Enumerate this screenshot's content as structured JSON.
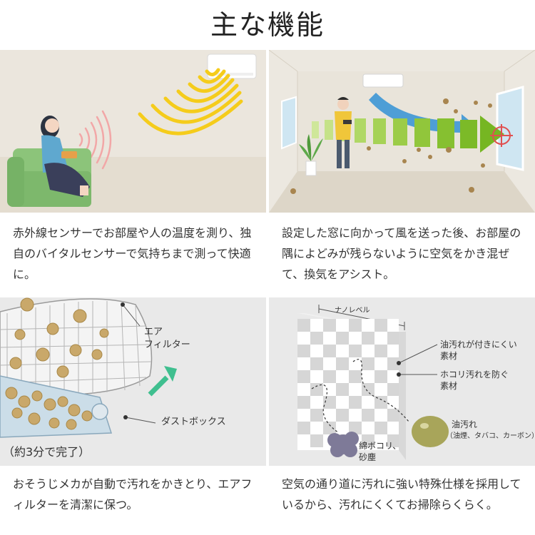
{
  "title": "主な機能",
  "features": [
    {
      "description": "赤外線センサーでお部屋や人の温度を測り、独自のバイタルセンサーで気持ちまで測って快適に。"
    },
    {
      "description": "設定した窓に向かって風を送った後、お部屋の隅によどみが残らないように空気をかき混ぜて、換気をアシスト。"
    },
    {
      "description": "おそうじメカが自動で汚れをかきとり、エアフィルターを清潔に保つ。",
      "labels": {
        "filter_line1": "エア",
        "filter_line2": "フィルター",
        "dustbox": "ダストボックス",
        "time": "（約3分で完了）"
      }
    },
    {
      "description": "空気の通り道に汚れに強い特殊仕様を採用しているから、汚れにくくてお掃除らくらく。",
      "labels": {
        "nanolevel": "ナノレベル",
        "oil_resist_1": "油汚れが付きにくい",
        "oil_resist_2": "素材",
        "dust_resist_1": "ホコリ汚れを防ぐ",
        "dust_resist_2": "素材",
        "oil_1": "油汚れ",
        "oil_2": "（油煙、タバコ、カーボン）",
        "cotton_1": "綿ボコリ、",
        "cotton_2": "砂塵"
      }
    }
  ]
}
